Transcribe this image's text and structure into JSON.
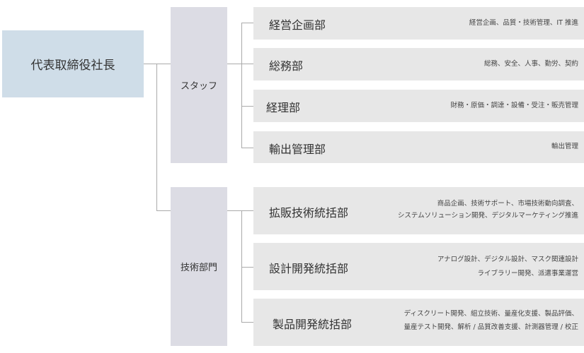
{
  "ceo": {
    "label": "代表取締役社長"
  },
  "groups": {
    "staff": {
      "label": "スタッフ",
      "depts": [
        {
          "name": "経営企画部",
          "desc": [
            "経営企画、品質・技術管理、IT 推進"
          ]
        },
        {
          "name": "総務部",
          "desc": [
            "総務、安全、人事、勤労、契約"
          ]
        },
        {
          "name": "経理部",
          "desc": [
            "財務・原価・調達・設備・受注・販売管理"
          ]
        },
        {
          "name": "輸出管理部",
          "desc": [
            "輸出管理"
          ]
        }
      ]
    },
    "tech": {
      "label": "技術部門",
      "depts": [
        {
          "name": "拡販技術統括部",
          "desc": [
            "商品企画、技術サポート、市場技術動向調査、",
            "システムソリューション開発、デジタルマーケティング推進"
          ]
        },
        {
          "name": "設計開発統括部",
          "desc": [
            "アナログ設計、デジタル設計、マスク関連設計",
            "ライブラリー開発、派遣事業運営"
          ]
        },
        {
          "name": "製品開発統括部",
          "desc": [
            "ディスクリート開発、組立技術、量産化支援、製品評価、",
            "量産テスト開発、解析 / 品質改善支援、計測器管理 / 校正"
          ]
        }
      ]
    }
  }
}
